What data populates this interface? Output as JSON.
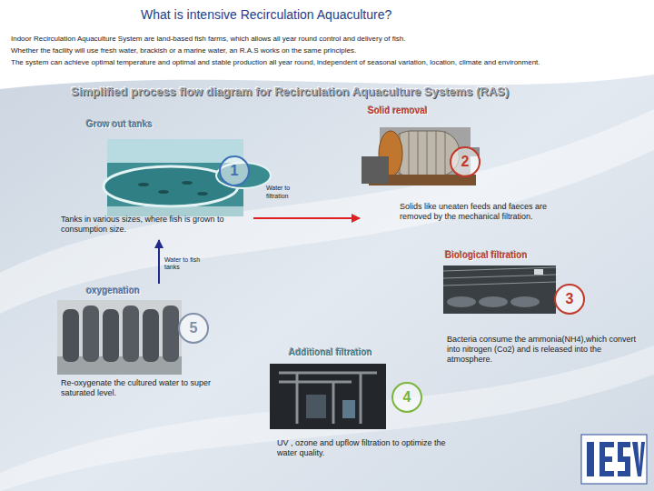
{
  "diagram": {
    "title": "What is intensive Recirculation Aquaculture?",
    "nodes": [
      {
        "text": [
          "Grow out tanks",
          "Tanks in various sizes, where fish is grown to consumption size."
        ]
      },
      {
        "text": [
          "1"
        ],
        "in": 0
      },
      {
        "text": [
          "Solid removal",
          "Solids like uneaten feeds and faeces are removed by the mechanical filtration."
        ]
      },
      {
        "text": [
          "2"
        ],
        "in": 2
      },
      {
        "text": [
          "Biological filtration",
          "Bacteria consume the ammonia(NH4),which convert into nitrogen (Co2) and is released into the atmosphere."
        ]
      },
      {
        "text": [
          "3"
        ],
        "in": 4
      },
      {
        "text": [
          "Additional filtration",
          "UV , ozone and upflow filtration to optimize the water quality."
        ]
      },
      {
        "text": [
          "4"
        ],
        "in": 6
      },
      {
        "text": [
          "oxygenation",
          "Re-oxygenate the cultured water to super saturated level."
        ]
      },
      {
        "text": [
          "5"
        ],
        "in": 8
      }
    ],
    "edges": [
      {
        "from": 0,
        "to": 2,
        "label": "Water to filtration",
        "arrow": "to"
      },
      {
        "from": 8,
        "to": 0,
        "label": "Water to fish tanks",
        "arrow": "to"
      }
    ],
    "labels": [
      "Indoor Recirculation Aquaculture System are land-based fish farms, which allows all year round control and delivery of fish.",
      "Whether the facility will use fresh water, brackish or a marine water, an R.A.S works on the same principles.",
      "The system can achieve optimal temperature and optimal and stable production all year round, independent of seasonal variation, location, climate and environment.",
      "Simplified process flow diagram for Recirculation Aquaculture Systems (RAS)"
    ]
  }
}
